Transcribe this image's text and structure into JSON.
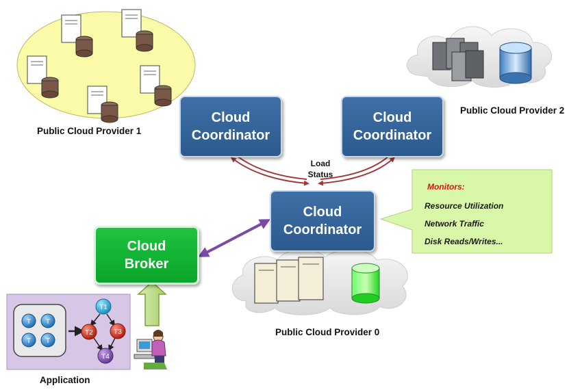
{
  "coordinators": {
    "left": {
      "label": "Cloud\nCoordinator"
    },
    "right": {
      "label": "Cloud\nCoordinator"
    },
    "center": {
      "label": "Cloud\nCoordinator"
    }
  },
  "broker": {
    "label": "Cloud\nBroker"
  },
  "load_status": "Load\nStatus",
  "providers": {
    "p1": "Public Cloud Provider 1",
    "p2": "Public Cloud Provider 2",
    "p0": "Public Cloud Provider 0"
  },
  "application_label": "Application",
  "monitors": {
    "title": "Monitors:",
    "items": [
      "Resource Utilization",
      "Network Traffic",
      "Disk Reads/Writes..."
    ]
  },
  "tasks": {
    "grid": [
      "T",
      "T",
      "T",
      "T"
    ],
    "graph": [
      "T1",
      "T2",
      "T3",
      "T4"
    ]
  },
  "colors": {
    "coordinator": "#2f5f95",
    "broker": "#13b534",
    "callout": "#d9f7a8",
    "provider1_ellipse": "#fafaa8",
    "app_panel": "#d7c6e6"
  }
}
